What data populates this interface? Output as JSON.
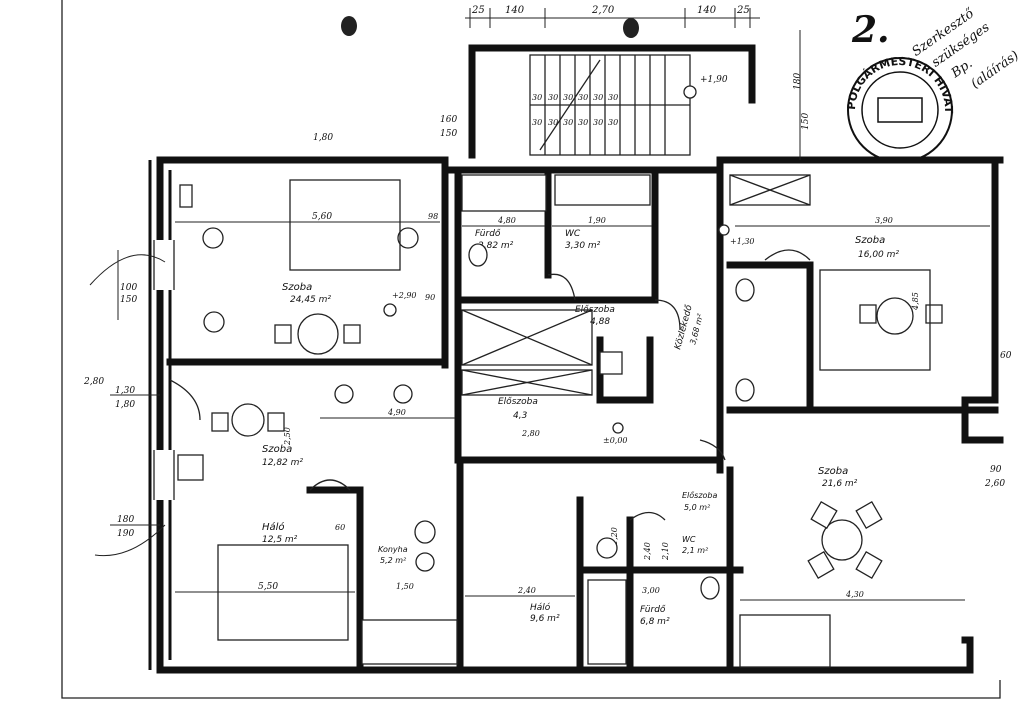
{
  "sheet": {
    "page_number": "2."
  },
  "stamp": {
    "text": "POLGÁRMESTERI HIVATAL"
  },
  "top_dimensions": [
    "25",
    "140",
    "2,70",
    "140",
    "25"
  ],
  "side_dimensions": [
    "100",
    "150",
    "180",
    "180",
    "190",
    "150",
    "160",
    "1,80",
    "1,80",
    "1,30",
    "2,80"
  ],
  "stair_steps": [
    "30",
    "30",
    "30",
    "30",
    "30",
    "30",
    "30",
    "30",
    "30",
    "30",
    "30",
    "30"
  ],
  "rooms": [
    {
      "name": "Szoba",
      "area": "24,45 m²"
    },
    {
      "name": "Fürdő",
      "area": "2,82 m²"
    },
    {
      "name": "WC",
      "area": "3,30 m²"
    },
    {
      "name": "Előszoba",
      "area": "4,88"
    },
    {
      "name": "Szoba",
      "area": "16,00 m²"
    },
    {
      "name": "Közlekedő",
      "area": "3,68 m²"
    },
    {
      "name": "Szoba",
      "area": "12,82 m²"
    },
    {
      "name": "Háló",
      "area": "12,5 m²"
    },
    {
      "name": "Konyha",
      "area": "5,2 m²"
    },
    {
      "name": "Előszoba",
      "area": "4,3"
    },
    {
      "name": "Szoba",
      "area": "21,6 m²"
    },
    {
      "name": "Háló",
      "area": "9,6 m²"
    },
    {
      "name": "Fürdő",
      "area": "6,8 m²"
    },
    {
      "name": "Előszoba",
      "area": "5,0 m²"
    },
    {
      "name": "WC",
      "area": "2,1 m²"
    }
  ],
  "inner_dimensions": [
    "5,60",
    "4,80",
    "1,90",
    "3,90",
    "4,90",
    "2,80",
    "2,50",
    "5,50",
    "1,50",
    "2,40",
    "3,00",
    "4,30",
    "4,85",
    "2,40",
    "2,10",
    "1,20",
    "90",
    "60",
    "98"
  ],
  "levels": [
    "+1,90",
    "+2,90",
    "+1,30",
    "±0,00"
  ],
  "outer_dims_right": [
    "90",
    "2,60",
    "60"
  ],
  "handwriting": [
    "Szerkesztő",
    "szükséges",
    "Bp.",
    "(aláírás)"
  ]
}
